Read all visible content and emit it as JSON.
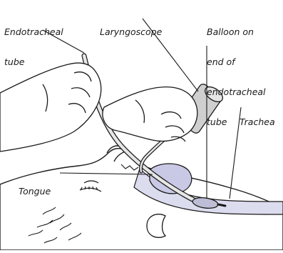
{
  "labels": {
    "endotracheal_tube_line1": "Endotracheal",
    "endotracheal_tube_line2": "tube",
    "laryngoscope": "Laryngoscope",
    "balloon_line1": "Balloon on",
    "balloon_line2": "end of",
    "balloon_line3": "endotracheal",
    "balloon_line4": "tube",
    "trachea": "Trachea",
    "tongue": "Tongue"
  },
  "colors": {
    "outline": "#1a1a1a",
    "airway_fill": "#dcdcef",
    "tongue_fill": "#c9c9e6",
    "handle_fill": "#cfcfcf",
    "tube_fill": "#e6e6e6",
    "balloon_fill": "#bdbdd6",
    "skin_fill": "#ffffff"
  }
}
